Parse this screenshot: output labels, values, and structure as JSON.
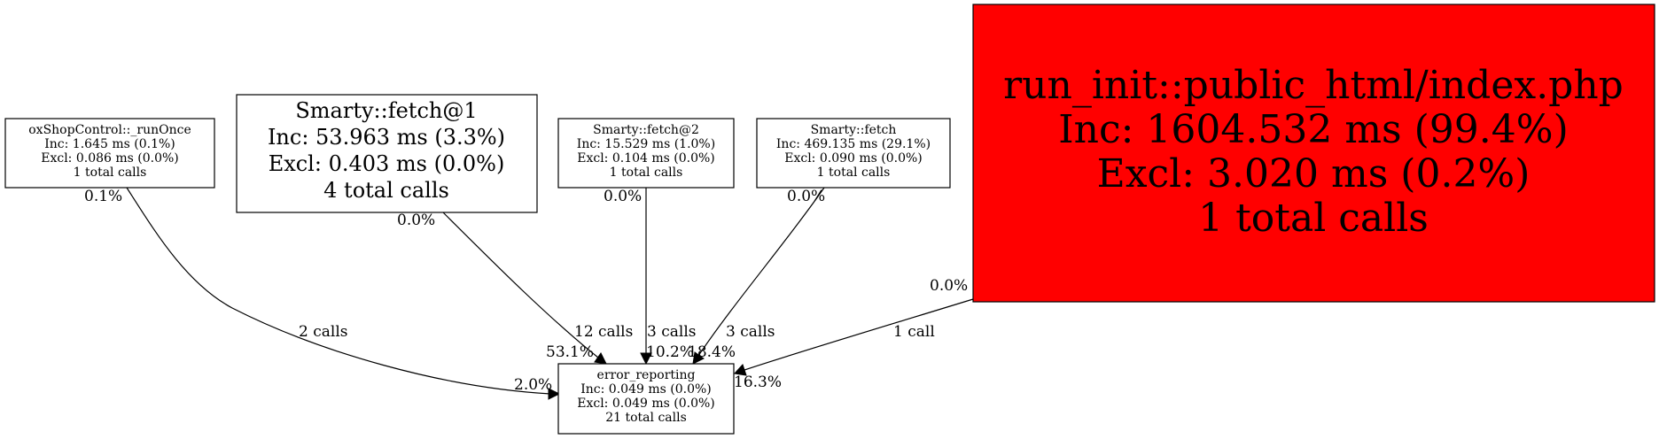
{
  "colors": {
    "root_fill": "#ff0000",
    "node_fill": "#ffffff",
    "stroke": "#000000"
  },
  "nodes": {
    "shop_control": {
      "name": "oxShopControl::_runOnce",
      "inc": "Inc: 1.645 ms (0.1%)",
      "excl": "Excl: 0.086 ms (0.0%)",
      "calls": "1 total calls"
    },
    "smarty_fetch_1": {
      "name": "Smarty::fetch@1",
      "inc": "Inc: 53.963 ms (3.3%)",
      "excl": "Excl: 0.403 ms (0.0%)",
      "calls": "4 total calls"
    },
    "smarty_fetch_2": {
      "name": "Smarty::fetch@2",
      "inc": "Inc: 15.529 ms (1.0%)",
      "excl": "Excl: 0.104 ms (0.0%)",
      "calls": "1 total calls"
    },
    "smarty_fetch": {
      "name": "Smarty::fetch",
      "inc": "Inc: 469.135 ms (29.1%)",
      "excl": "Excl: 0.090 ms (0.0%)",
      "calls": "1 total calls"
    },
    "run_init": {
      "name": "run_init::public_html/index.php",
      "inc": "Inc: 1604.532 ms (99.4%)",
      "excl": "Excl: 3.020 ms (0.2%)",
      "calls": "1 total calls"
    },
    "error_reporting": {
      "name": "error_reporting",
      "inc": "Inc: 0.049 ms (0.0%)",
      "excl": "Excl: 0.049 ms (0.0%)",
      "calls": "21 total calls"
    }
  },
  "edges": {
    "shop_control": {
      "tail_pct": "0.1%",
      "calls": "2 calls",
      "head_pct": "2.0%"
    },
    "smarty_fetch_1": {
      "tail_pct": "0.0%",
      "calls": "12 calls",
      "head_pct": "53.1%"
    },
    "smarty_fetch_2": {
      "tail_pct": "0.0%",
      "calls": "3 calls",
      "head_pct": "10.2%"
    },
    "smarty_fetch": {
      "tail_pct": "0.0%",
      "calls": "3 calls",
      "head_pct": "18.4%"
    },
    "run_init": {
      "tail_pct": "0.0%",
      "calls": "1 call",
      "head_pct": "16.3%"
    }
  }
}
